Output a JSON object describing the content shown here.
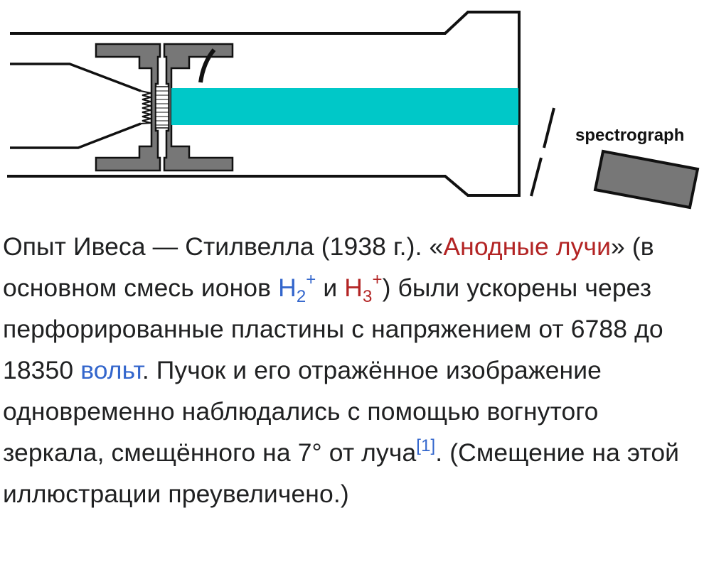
{
  "figure": {
    "spectrograph_label": "spectrograph",
    "colors": {
      "beam": "#00c8c8",
      "plate": "#777777",
      "spectrograph_body": "#777777",
      "outline": "#111111"
    }
  },
  "caption": {
    "text_1": "Опыт Ивеса — Стилвелла (1938 г.). «",
    "link_anode_rays": "Анодные лучи",
    "text_2": "» (в основном смесь ионов ",
    "ion1_symbol": "H",
    "ion1_index": "2",
    "ion1_charge": "+",
    "text_3": " и ",
    "ion2_symbol": "H",
    "ion2_index": "3",
    "ion2_charge": "+",
    "text_4": ") были ускорены через перфорированные пластины с напряжением от 6788 до 18350 ",
    "link_volt": "вольт",
    "text_5": ". Пучок и его отражённое изображение одновременно наблюдались с помощью вогнутого зеркала, смещённого на 7° от луча",
    "ref": "[1]",
    "text_6": ". (Смещение на этой иллюстрации преувеличено.)",
    "colors": {
      "text": "#202122",
      "link_missing": "#b32424",
      "link": "#3366cc"
    }
  }
}
